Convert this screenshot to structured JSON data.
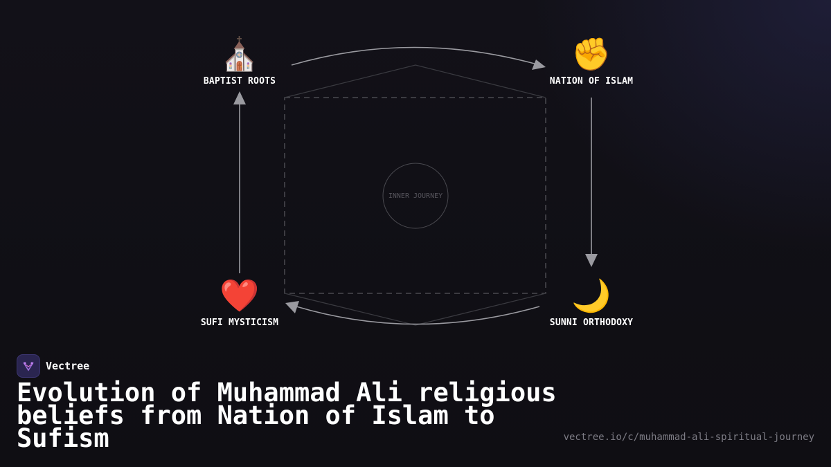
{
  "diagram": {
    "center_label": "INNER JOURNEY",
    "nodes": [
      {
        "id": "baptist",
        "label": "BAPTIST ROOTS",
        "icon": "church-icon",
        "emoji": "⛪"
      },
      {
        "id": "noi",
        "label": "NATION OF ISLAM",
        "icon": "raised-fist-icon",
        "emoji": "✊"
      },
      {
        "id": "sunni",
        "label": "SUNNI ORTHODOXY",
        "icon": "crescent-moon-icon",
        "emoji": "🌙"
      },
      {
        "id": "sufi",
        "label": "SUFI MYSTICISM",
        "icon": "red-heart-icon",
        "emoji": "❤️"
      }
    ],
    "edges": [
      {
        "from": "baptist",
        "to": "noi"
      },
      {
        "from": "noi",
        "to": "sunni"
      },
      {
        "from": "sunni",
        "to": "sufi"
      },
      {
        "from": "sufi",
        "to": "baptist"
      }
    ]
  },
  "brand": {
    "name": "Vectree"
  },
  "title": "Evolution of Muhammad Ali religious beliefs from Nation of Islam to Sufism",
  "url": "vectree.io/c/muhammad-ali-spiritual-journey",
  "colors": {
    "background": "#111016",
    "arrow": "#9a9aa0",
    "dashed_box": "#4a4a50",
    "text": "#ffffff",
    "muted": "#7d7c85"
  }
}
